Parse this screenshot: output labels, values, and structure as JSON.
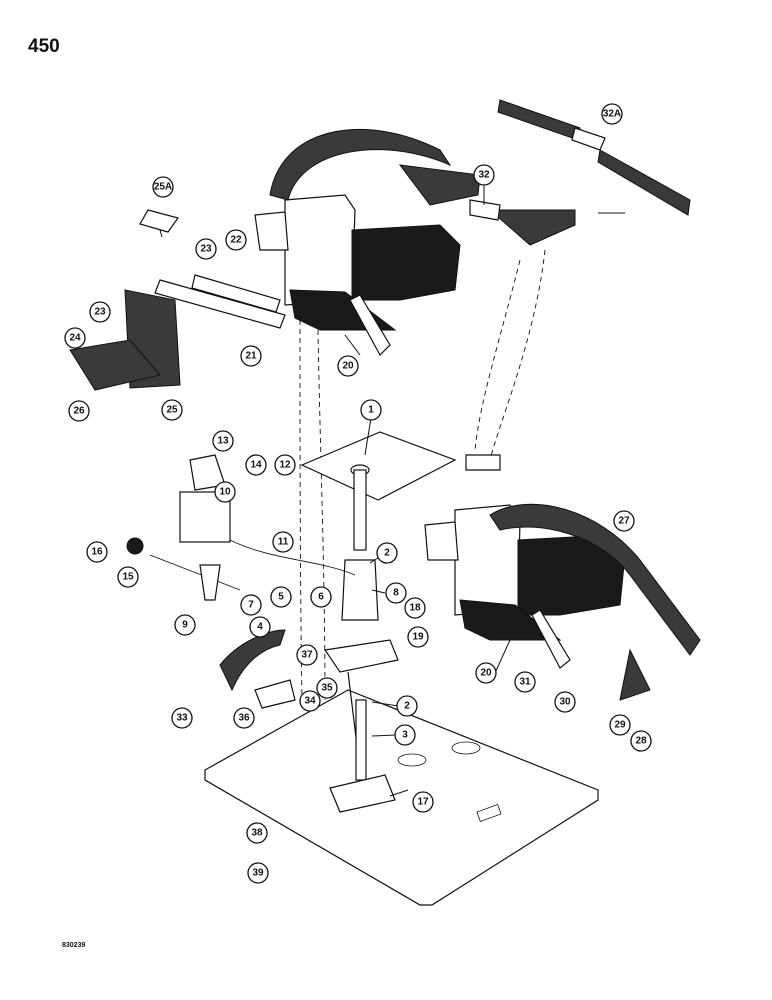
{
  "page_number": "450",
  "figure_code": "830239",
  "callouts": [
    "1",
    "2",
    "2",
    "3",
    "4",
    "5",
    "6",
    "7",
    "8",
    "9",
    "10",
    "11",
    "12",
    "13",
    "14",
    "15",
    "16",
    "17",
    "18",
    "19",
    "20",
    "20",
    "21",
    "22",
    "23",
    "23",
    "24",
    "25",
    "25A",
    "26",
    "27",
    "28",
    "29",
    "30",
    "31",
    "32",
    "32A",
    "33",
    "34",
    "35",
    "36",
    "37",
    "38",
    "39"
  ]
}
